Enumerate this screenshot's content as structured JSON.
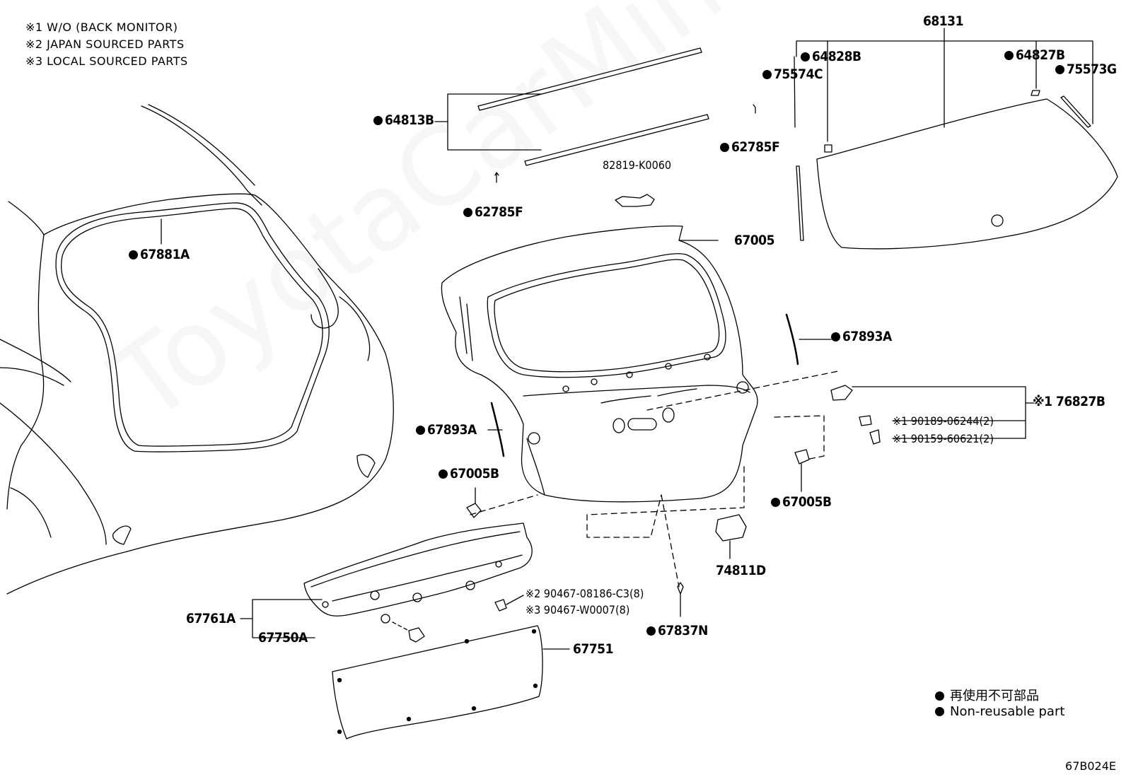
{
  "notes": [
    "※1 W/O (BACK MONITOR)",
    "※2 JAPAN SOURCED PARTS",
    "※3 LOCAL SOURCED PARTS"
  ],
  "parts": {
    "p68131": "68131",
    "p64828B": "64828B",
    "p64827B": "64827B",
    "p75573G": "75573G",
    "p75574C": "75574C",
    "p64813B": "64813B",
    "p62785F_a": "62785F",
    "p62785F_b": "62785F",
    "p82819": "82819-K0060",
    "p67881A": "67881A",
    "p67005": "67005",
    "p67893A_a": "67893A",
    "p67893A_b": "67893A",
    "p76827B": "※1 76827B",
    "p90189": "※1 90189-06244(2)",
    "p90159": "※1 90159-60621(2)",
    "p67005B_a": "67005B",
    "p67005B_b": "67005B",
    "p74811D": "74811D",
    "p90467a": "※2 90467-08186-C3(8)",
    "p90467b": "※3 90467-W0007(8)",
    "p67761A": "67761A",
    "p67750A": "67750A",
    "p67751": "67751",
    "p67837N": "67837N"
  },
  "legend": {
    "japanese": "再使用不可部品",
    "english": "Non-reusable part"
  },
  "watermark": "ToyotaCarMine.ru",
  "diagram_code": "67B024E"
}
